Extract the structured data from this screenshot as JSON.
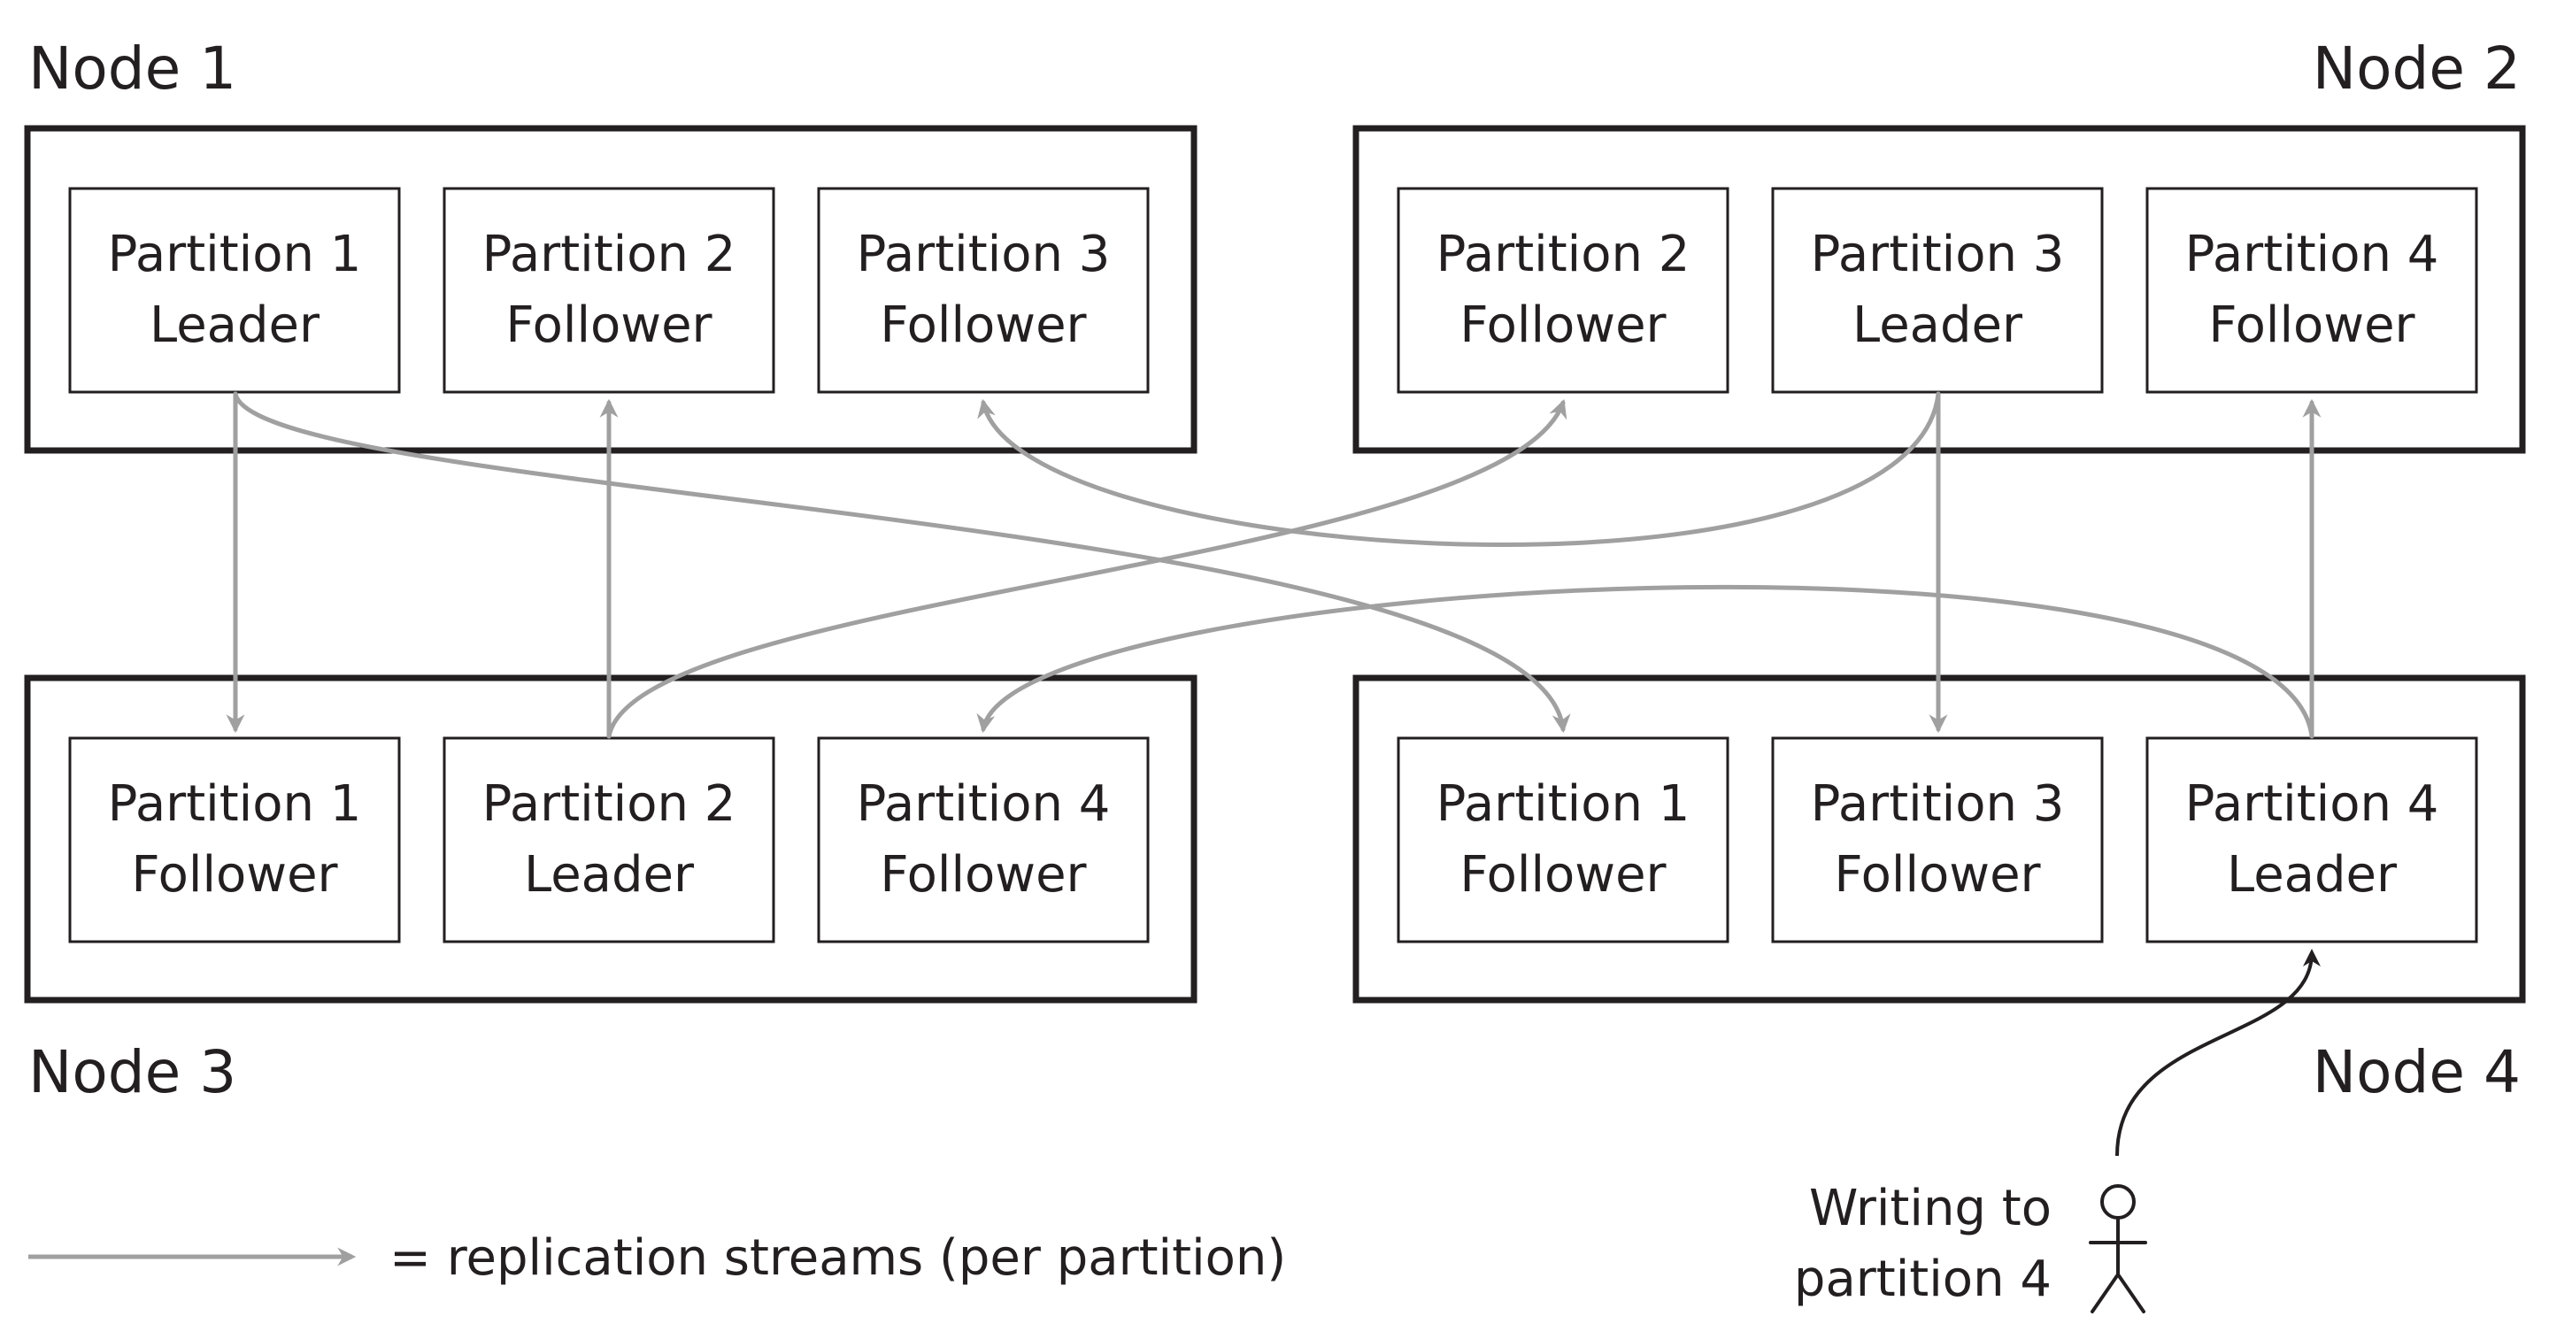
{
  "nodes": [
    {
      "label": "Node 1",
      "partitions": [
        {
          "name": "Partition 1",
          "role": "Leader"
        },
        {
          "name": "Partition 2",
          "role": "Follower"
        },
        {
          "name": "Partition 3",
          "role": "Follower"
        }
      ]
    },
    {
      "label": "Node 2",
      "partitions": [
        {
          "name": "Partition 2",
          "role": "Follower"
        },
        {
          "name": "Partition 3",
          "role": "Leader"
        },
        {
          "name": "Partition 4",
          "role": "Follower"
        }
      ]
    },
    {
      "label": "Node 3",
      "partitions": [
        {
          "name": "Partition 1",
          "role": "Follower"
        },
        {
          "name": "Partition 2",
          "role": "Leader"
        },
        {
          "name": "Partition 4",
          "role": "Follower"
        }
      ]
    },
    {
      "label": "Node 4",
      "partitions": [
        {
          "name": "Partition 1",
          "role": "Follower"
        },
        {
          "name": "Partition 3",
          "role": "Follower"
        },
        {
          "name": "Partition 4",
          "role": "Leader"
        }
      ]
    }
  ],
  "legend": {
    "text": "= replication streams (per partition)"
  },
  "writer": {
    "line1": "Writing to",
    "line2": "partition 4",
    "icon": "stick-figure-icon"
  },
  "colors": {
    "stream": "#a0a0a0",
    "ink": "#231f20"
  }
}
